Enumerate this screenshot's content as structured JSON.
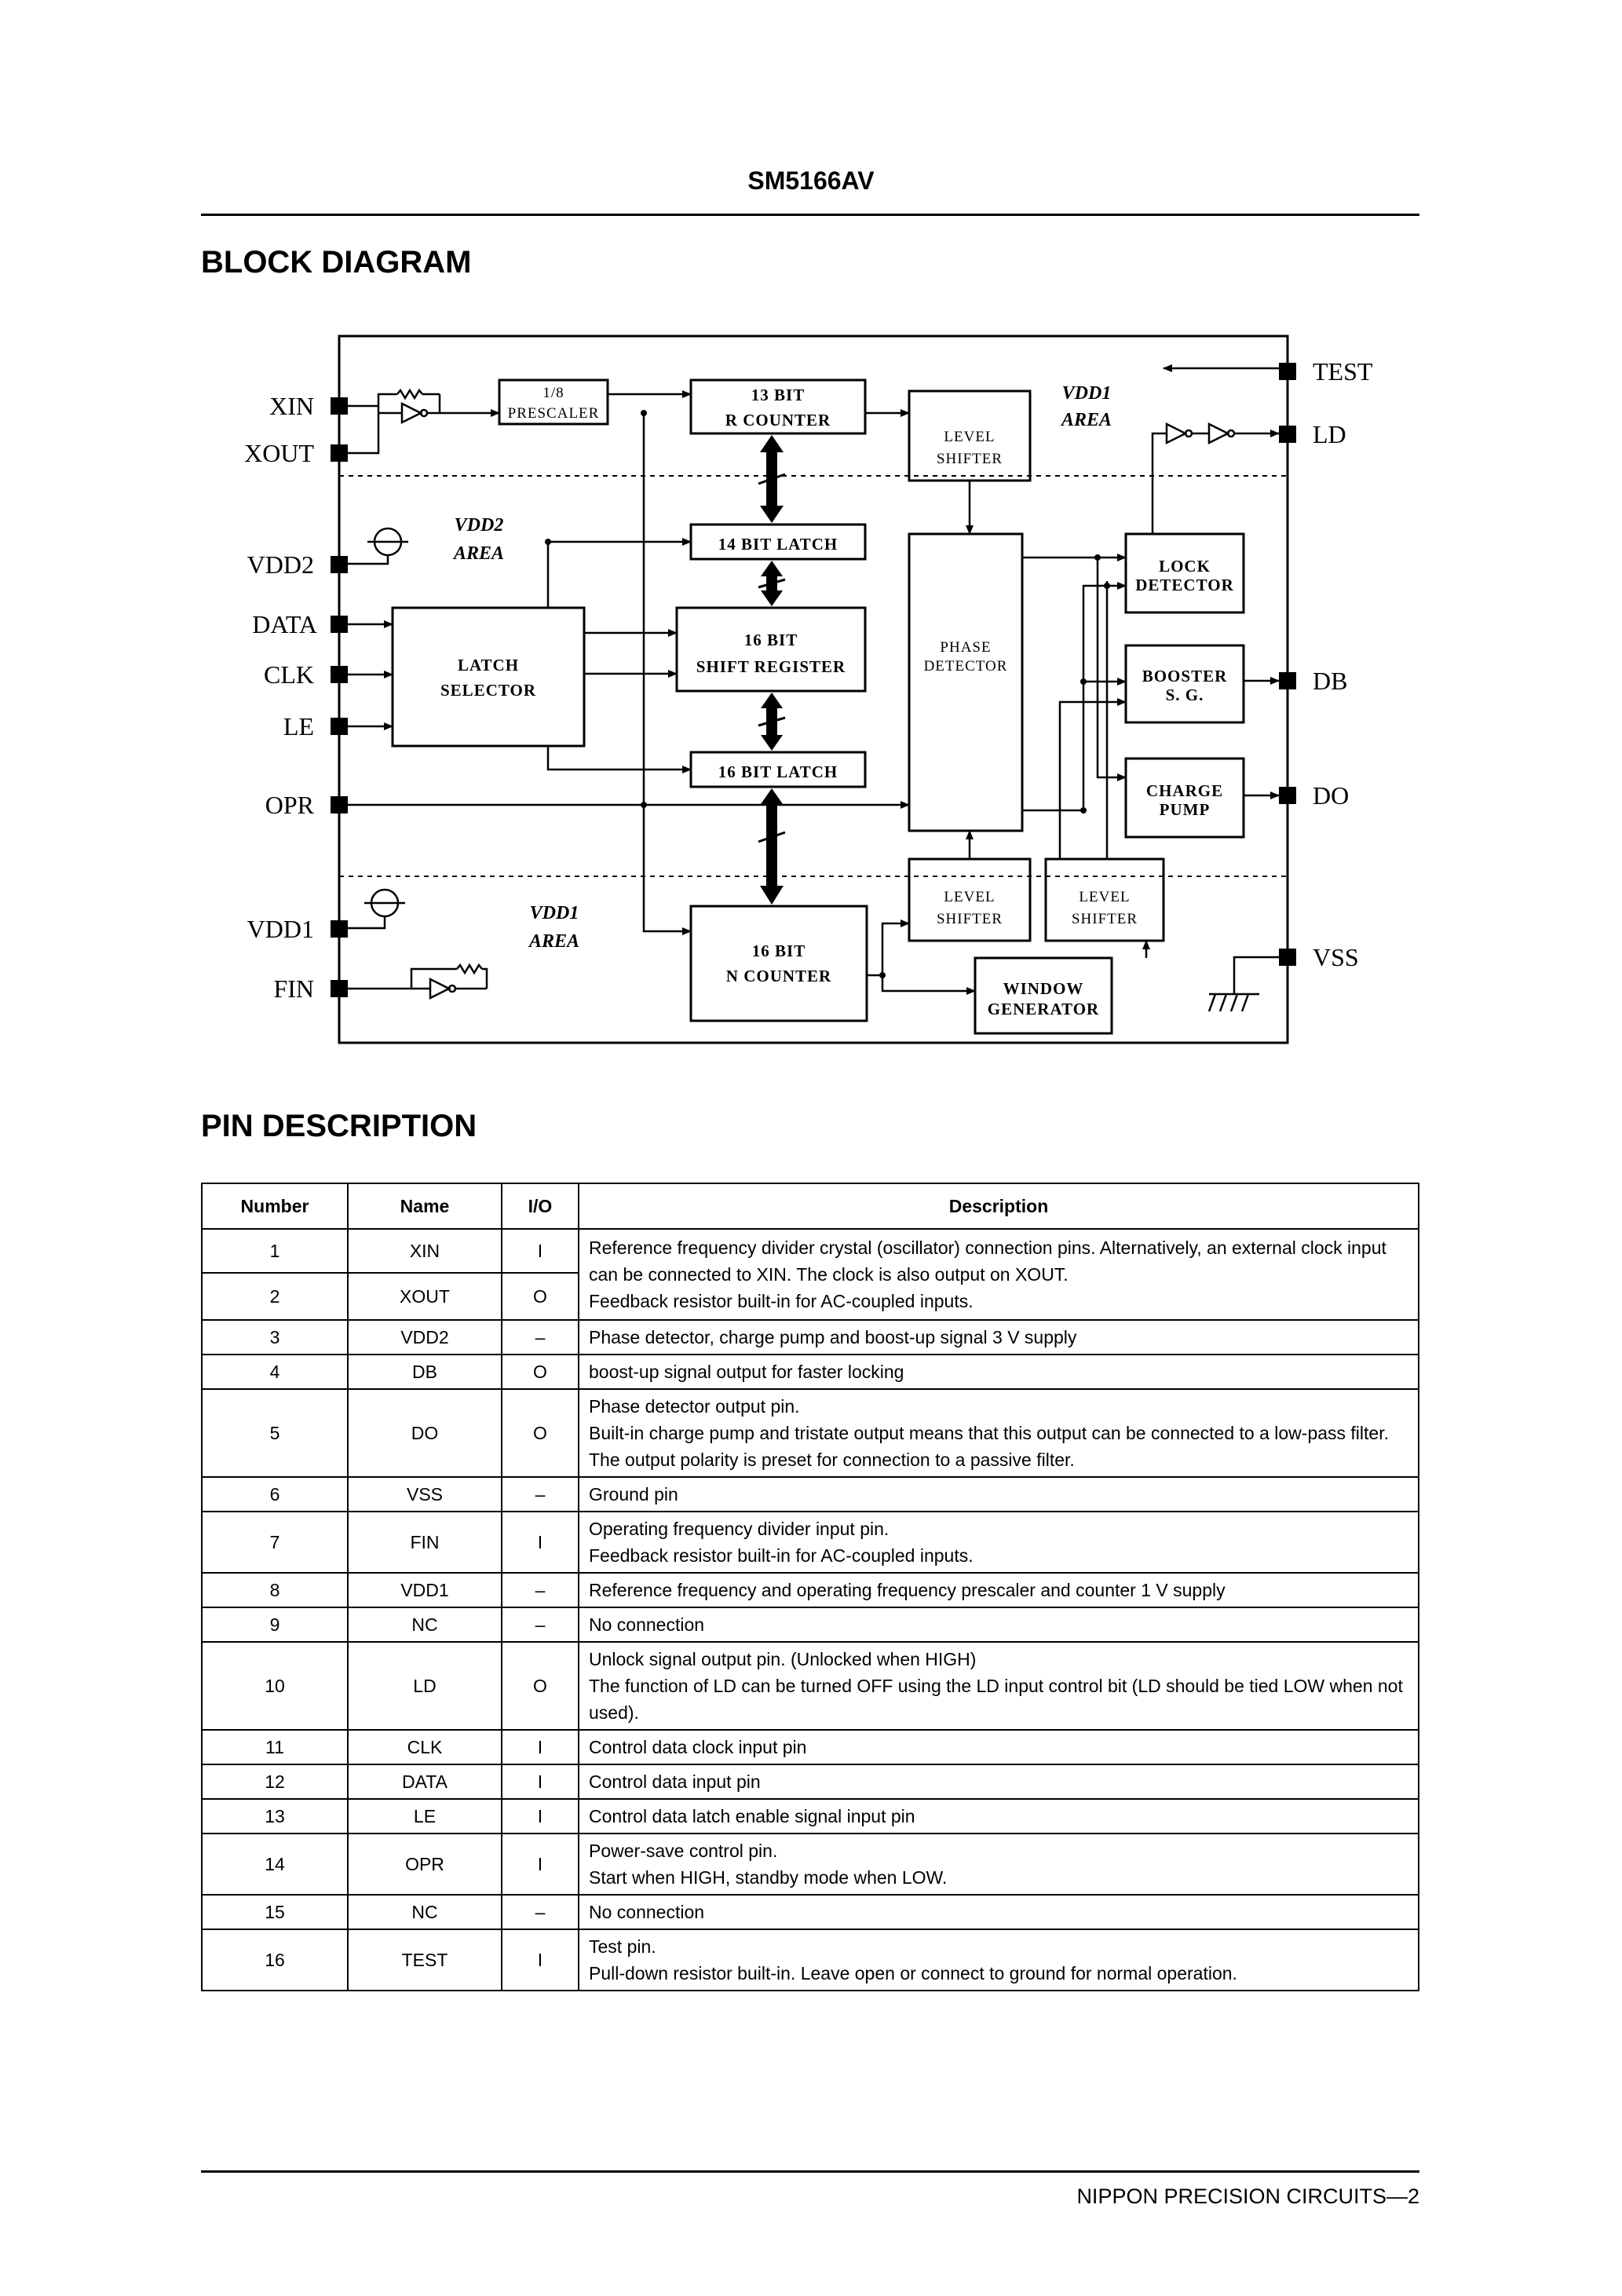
{
  "header": {
    "part_number": "SM5166AV"
  },
  "block_diagram": {
    "section_title": "BLOCK DIAGRAM",
    "pins_left": [
      "XIN",
      "XOUT",
      "VDD2",
      "DATA",
      "CLK",
      "LE",
      "OPR",
      "VDD1",
      "FIN"
    ],
    "pins_right": [
      "TEST",
      "LD",
      "DB",
      "DO",
      "VSS"
    ],
    "areas": {
      "vdd1_top": [
        "VDD1",
        "AREA"
      ],
      "vdd2": [
        "VDD2",
        "AREA"
      ],
      "vdd1_bottom": [
        "VDD1",
        "AREA"
      ]
    },
    "blocks": {
      "prescaler": [
        "1/8",
        "PRESCALER"
      ],
      "r_counter": [
        "13 BIT",
        "R COUNTER"
      ],
      "latch14": [
        "14 BIT LATCH"
      ],
      "shift_register": [
        "16 BIT",
        "SHIFT REGISTER"
      ],
      "latch16": [
        "16 BIT LATCH"
      ],
      "n_counter": [
        "16 BIT",
        "N COUNTER"
      ],
      "latch_selector": [
        "LATCH",
        "SELECTOR"
      ],
      "level_shifter_top": [
        "LEVEL",
        "SHIFTER"
      ],
      "phase_detector": [
        "PHASE",
        "DETECTOR"
      ],
      "level_shifter_bl": [
        "LEVEL",
        "SHIFTER"
      ],
      "level_shifter_br": [
        "LEVEL",
        "SHIFTER"
      ],
      "lock_detector": [
        "LOCK",
        "DETECTOR"
      ],
      "booster": [
        "BOOSTER",
        "S. G."
      ],
      "charge_pump": [
        "CHARGE",
        "PUMP"
      ],
      "window_generator": [
        "WINDOW",
        "GENERATOR"
      ]
    }
  },
  "pin_description": {
    "section_title": "PIN DESCRIPTION",
    "columns": [
      "Number",
      "Name",
      "I/O",
      "Description"
    ],
    "rows": [
      {
        "number": "1",
        "name": "XIN",
        "io": "I"
      },
      {
        "number": "2",
        "name": "XOUT",
        "io": "O"
      },
      {
        "number": "3",
        "name": "VDD2",
        "io": "–",
        "description": "Phase detector, charge pump and boost-up signal 3 V supply"
      },
      {
        "number": "4",
        "name": "DB",
        "io": "O",
        "description": "boost-up signal output for faster locking"
      },
      {
        "number": "5",
        "name": "DO",
        "io": "O",
        "description": "Phase detector output pin.\nBuilt-in charge pump and tristate output means that this output can be connected to a low-pass filter.\nThe output polarity is preset for connection to a passive filter."
      },
      {
        "number": "6",
        "name": "VSS",
        "io": "–",
        "description": "Ground pin"
      },
      {
        "number": "7",
        "name": "FIN",
        "io": "I",
        "description": "Operating frequency divider input pin.\nFeedback resistor built-in for AC-coupled inputs."
      },
      {
        "number": "8",
        "name": "VDD1",
        "io": "–",
        "description": "Reference frequency and operating frequency prescaler and counter 1 V supply"
      },
      {
        "number": "9",
        "name": "NC",
        "io": "–",
        "description": "No connection"
      },
      {
        "number": "10",
        "name": "LD",
        "io": "O",
        "description": "Unlock signal output pin. (Unlocked when HIGH)\nThe function of LD can be turned OFF using the LD input control bit (LD should be tied LOW when not used)."
      },
      {
        "number": "11",
        "name": "CLK",
        "io": "I",
        "description": "Control data clock input pin"
      },
      {
        "number": "12",
        "name": "DATA",
        "io": "I",
        "description": "Control data input pin"
      },
      {
        "number": "13",
        "name": "LE",
        "io": "I",
        "description": "Control data latch enable signal input pin"
      },
      {
        "number": "14",
        "name": "OPR",
        "io": "I",
        "description": "Power-save control pin.\nStart when HIGH, standby mode when LOW."
      },
      {
        "number": "15",
        "name": "NC",
        "io": "–",
        "description": "No connection"
      },
      {
        "number": "16",
        "name": "TEST",
        "io": "I",
        "description": "Test pin.\nPull-down resistor built-in. Leave open or connect to ground for normal operation."
      }
    ],
    "desc_rows_1_2": "Reference frequency divider crystal (oscillator) connection pins. Alternatively, an external clock input can be connected to XIN. The clock is also output on XOUT.\nFeedback resistor built-in for AC-coupled inputs."
  },
  "footer": {
    "text": "NIPPON PRECISION CIRCUITS—2"
  }
}
